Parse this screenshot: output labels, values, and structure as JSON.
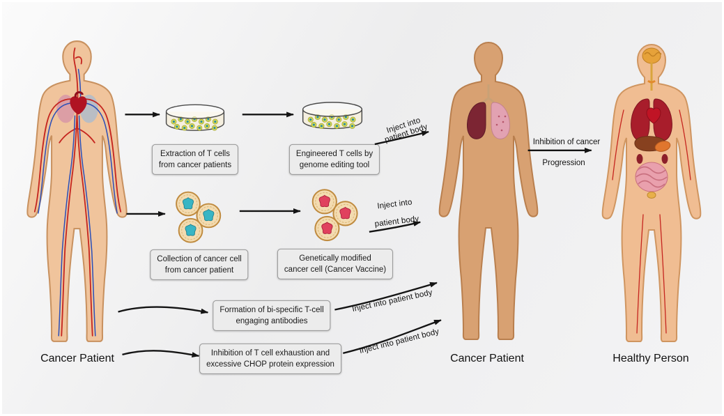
{
  "figures": {
    "left": {
      "label": "Cancer Patient"
    },
    "center": {
      "label": "Cancer Patient"
    },
    "right": {
      "label": "Healthy Person"
    }
  },
  "pathways": {
    "tcell_therapy": {
      "extraction_label": "Extraction of T cells\nfrom cancer patients",
      "engineered_label": "Engineered T cells by\ngenome editing tool",
      "inject_label": "Inject into\npatient body"
    },
    "cancer_vaccine": {
      "collection_label": "Collection of cancer cell\nfrom cancer patient",
      "modified_label": "Genetically modified\ncancer cell (Cancer Vaccine)",
      "inject_label": "Inject into\npatient body"
    },
    "bispecific_antibody": {
      "formation_label": "Formation of bi-specific T-cell\nengaging antibodies",
      "inject_label": "Inject into patient body"
    },
    "chop_inhibition": {
      "inhibition_label": "Inhibition of T cell exhaustion and\nexcessive CHOP protein expression",
      "inject_label": "Inject into patient body"
    },
    "outcome": {
      "line1": "Inhibition of cancer",
      "line2": "Progression"
    }
  },
  "icons": {
    "dish1": "petri-dish-icon",
    "dish2": "petri-dish-icon",
    "cells1": "cancer-cell-cluster-teal-icon",
    "cells2": "cancer-cell-cluster-red-icon"
  },
  "colors": {
    "arrow": "#141414",
    "label_box_bg": "#ececec",
    "label_box_border": "#979797",
    "skin_light": "#f0c49c",
    "skin_mid": "#d8a172",
    "teal_cell": "#39b5c4",
    "red_cell": "#e0415e"
  }
}
